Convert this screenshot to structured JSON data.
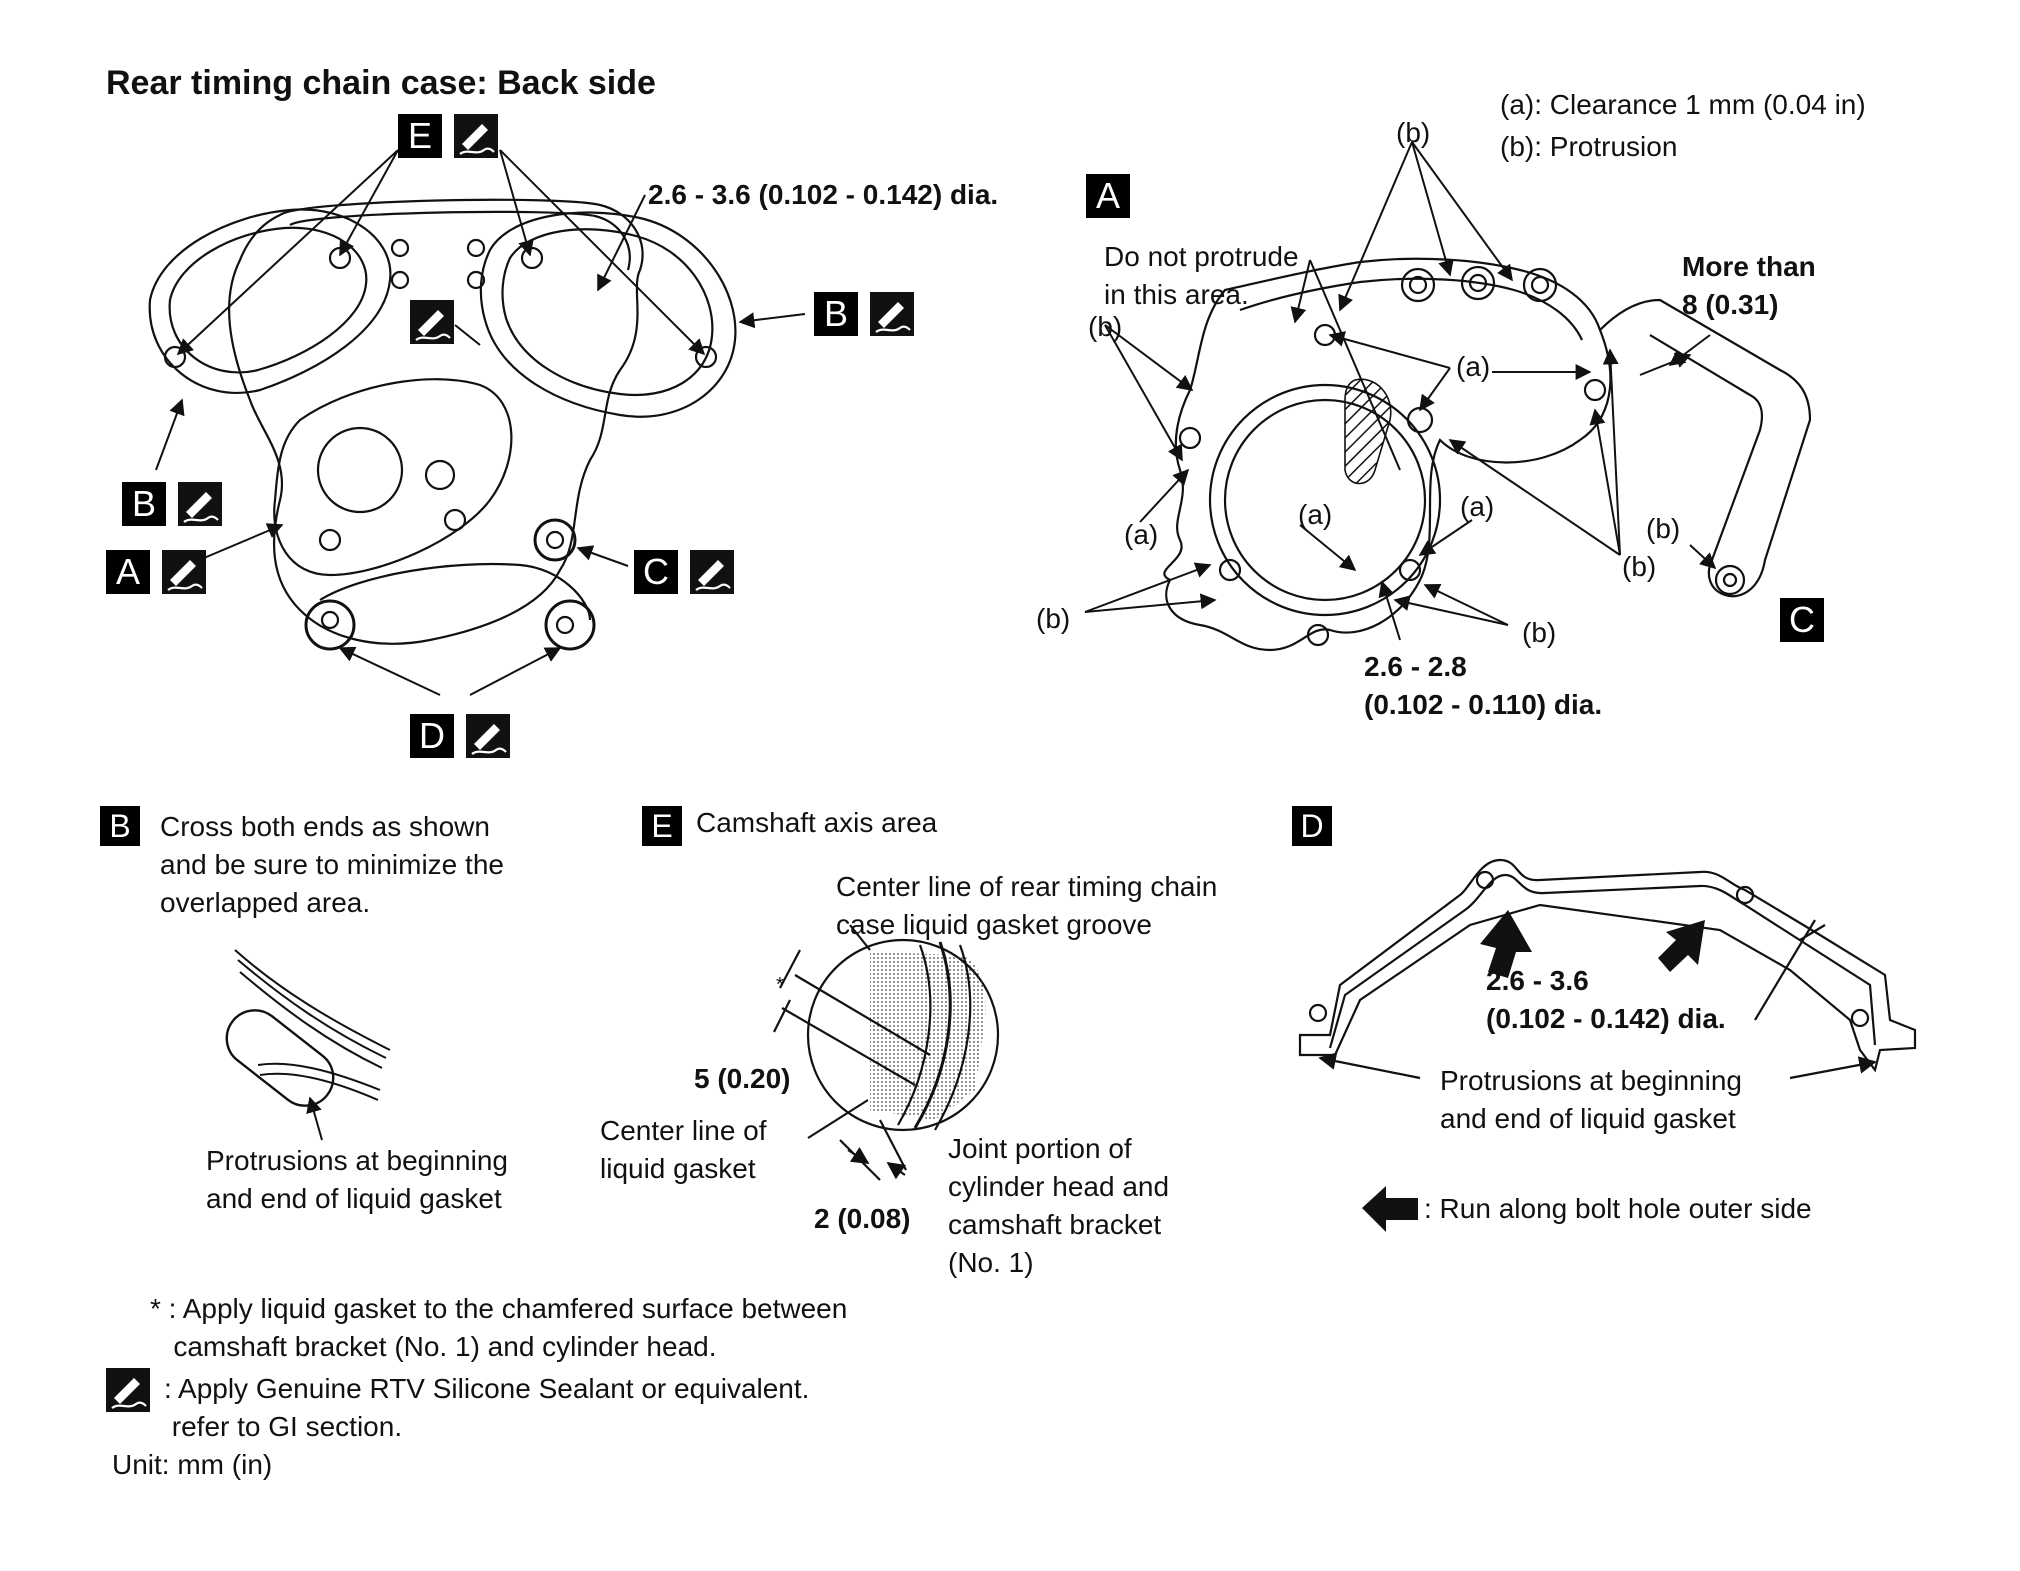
{
  "title": "Rear timing chain case: Back side",
  "legend": {
    "a": "(a): Clearance 1 mm (0.04 in)",
    "b": "(b): Protrusion"
  },
  "main_view": {
    "dia_spec": "2.6 - 3.6 (0.102 - 0.142) dia.",
    "labels": [
      "E",
      "B",
      "B",
      "A",
      "C",
      "D"
    ]
  },
  "detail_a": {
    "label": "A",
    "label_c": "C",
    "do_not_protrude": "Do not protrude\nin this area.",
    "more_than": "More than\n8 (0.31)",
    "dia_spec": "2.6 - 2.8\n(0.102 - 0.110) dia.",
    "callout_a": "(a)",
    "callout_b": "(b)"
  },
  "detail_b": {
    "label": "B",
    "text": "Cross both ends as shown\nand be sure to minimize the\noverlapped area.",
    "protrusions": "Protrusions at beginning\nand end of liquid gasket"
  },
  "detail_e": {
    "label": "E",
    "heading": "Camshaft axis area",
    "center_line_groove": "Center line of rear timing chain\ncase liquid gasket groove",
    "asterisk": "*",
    "dim_5": "5 (0.20)",
    "center_line_gasket": "Center line of\nliquid gasket",
    "dim_2": "2 (0.08)",
    "joint": "Joint portion of\ncylinder head and\ncamshaft bracket\n(No. 1)"
  },
  "detail_d": {
    "label": "D",
    "dia_spec": "2.6 - 3.6\n(0.102 - 0.142) dia.",
    "protrusions": "Protrusions at beginning\nand end of liquid gasket",
    "arrow_note": ": Run along bolt hole outer side"
  },
  "notes": {
    "asterisk_note": "* : Apply liquid gasket to the chamfered surface between\n   camshaft bracket (No. 1) and cylinder head.",
    "sealant_note": ": Apply Genuine RTV Silicone Sealant or equivalent.\n refer to GI section.",
    "unit": "Unit: mm (in)"
  },
  "icons": [
    "sealant-tube-icon",
    "run-direction-arrow-icon"
  ]
}
